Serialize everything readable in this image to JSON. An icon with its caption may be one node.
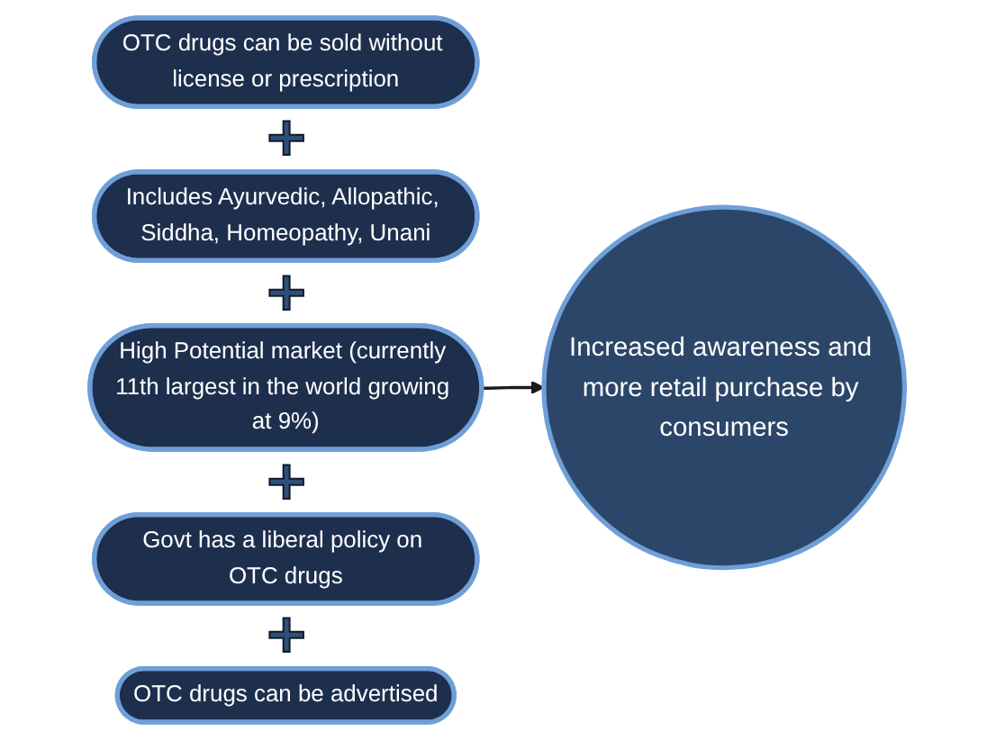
{
  "diagram": {
    "nodes": [
      {
        "text": [
          "OTC drugs can be sold without license or prescription"
        ]
      },
      {
        "text": [
          "Includes Ayurvedic, Allopathic, Siddha, Homeopathy, Unani"
        ]
      },
      {
        "text": [
          "High Potential market (currently 11th largest in the world growing at 9%)"
        ]
      },
      {
        "text": [
          "Govt has a liberal policy on OTC drugs"
        ]
      },
      {
        "text": [
          "OTC drugs can be advertised"
        ]
      },
      {
        "text": [
          "Increased awareness and more retail purchase by consumers"
        ]
      }
    ],
    "edges": [
      {
        "from": 2,
        "to": 5,
        "arrow": "to"
      }
    ],
    "labels": [
      "+",
      "+",
      "+",
      "+"
    ]
  }
}
